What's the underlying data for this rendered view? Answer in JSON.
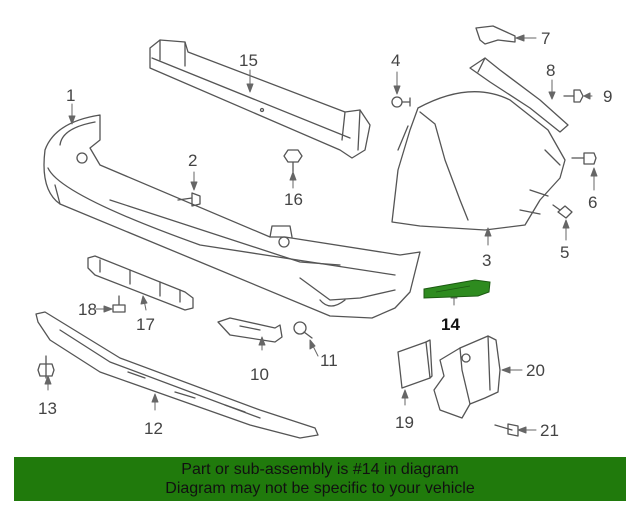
{
  "callouts": {
    "c1": "1",
    "c2": "2",
    "c3": "3",
    "c4": "4",
    "c5": "5",
    "c6": "6",
    "c7": "7",
    "c8": "8",
    "c9": "9",
    "c10": "10",
    "c11": "11",
    "c12": "12",
    "c13": "13",
    "c14": "14",
    "c15": "15",
    "c16": "16",
    "c17": "17",
    "c18": "18",
    "c19": "19",
    "c20": "20",
    "c21": "21"
  },
  "highlight": {
    "part": "14",
    "color": "#2e8b1f"
  },
  "banner": {
    "line1": "Part or sub-assembly is #14 in diagram",
    "line2": "Diagram may not be specific to your vehicle",
    "color": "#207a0c"
  }
}
